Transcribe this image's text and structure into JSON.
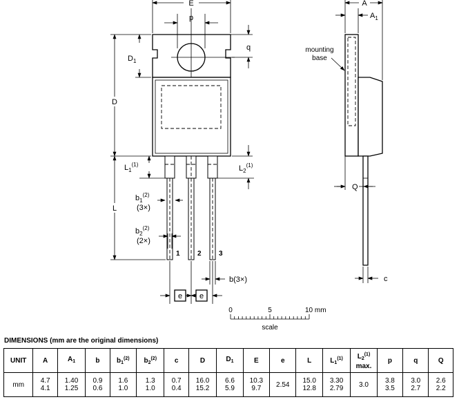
{
  "labels": {
    "E": "E",
    "p": "p",
    "q": "q",
    "D": "D",
    "D1": "D",
    "D1_sub": "1",
    "L": "L",
    "L1": "L",
    "L1_sub": "1",
    "L1_sup": "(1)",
    "L2": "L",
    "L2_sub": "2",
    "L2_sup": "(1)",
    "b1": "b",
    "b1_sub": "1",
    "b1_sup": "(2)",
    "b1_count": "(3×)",
    "b2": "b",
    "b2_sub": "2",
    "b2_sup": "(2)",
    "b2_count": "(2×)",
    "pin1": "1",
    "pin2": "2",
    "pin3": "3",
    "b": "b(3×)",
    "e1": "e",
    "e2": "e",
    "A": "A",
    "A1": "A",
    "A1_sub": "1",
    "mounting_1": "mounting",
    "mounting_2": "base",
    "Q": "Q",
    "c": "c"
  },
  "scale_bar": {
    "t0": "0",
    "t5": "5",
    "t10": "10 mm",
    "caption": "scale"
  },
  "dimensions": {
    "heading": "DIMENSIONS (mm are the original dimensions)",
    "headers": [
      {
        "base": "UNIT",
        "sub": "",
        "sup": "",
        "extra": ""
      },
      {
        "base": "A",
        "sub": "",
        "sup": "",
        "extra": ""
      },
      {
        "base": "A",
        "sub": "1",
        "sup": "",
        "extra": ""
      },
      {
        "base": "b",
        "sub": "",
        "sup": "",
        "extra": ""
      },
      {
        "base": "b",
        "sub": "1",
        "sup": "(2)",
        "extra": ""
      },
      {
        "base": "b",
        "sub": "2",
        "sup": "(2)",
        "extra": ""
      },
      {
        "base": "c",
        "sub": "",
        "sup": "",
        "extra": ""
      },
      {
        "base": "D",
        "sub": "",
        "sup": "",
        "extra": ""
      },
      {
        "base": "D",
        "sub": "1",
        "sup": "",
        "extra": ""
      },
      {
        "base": "E",
        "sub": "",
        "sup": "",
        "extra": ""
      },
      {
        "base": "e",
        "sub": "",
        "sup": "",
        "extra": ""
      },
      {
        "base": "L",
        "sub": "",
        "sup": "",
        "extra": ""
      },
      {
        "base": "L",
        "sub": "1",
        "sup": "(1)",
        "extra": ""
      },
      {
        "base": "L",
        "sub": "2",
        "sup": "(1)",
        "extra": "max."
      },
      {
        "base": "p",
        "sub": "",
        "sup": "",
        "extra": ""
      },
      {
        "base": "q",
        "sub": "",
        "sup": "",
        "extra": ""
      },
      {
        "base": "Q",
        "sub": "",
        "sup": "",
        "extra": ""
      }
    ],
    "row": [
      [
        "mm"
      ],
      [
        "4.7",
        "4.1"
      ],
      [
        "1.40",
        "1.25"
      ],
      [
        "0.9",
        "0.6"
      ],
      [
        "1.6",
        "1.0"
      ],
      [
        "1.3",
        "1.0"
      ],
      [
        "0.7",
        "0.4"
      ],
      [
        "16.0",
        "15.2"
      ],
      [
        "6.6",
        "5.9"
      ],
      [
        "10.3",
        "9.7"
      ],
      [
        "2.54"
      ],
      [
        "15.0",
        "12.8"
      ],
      [
        "3.30",
        "2.79"
      ],
      [
        "3.0"
      ],
      [
        "3.8",
        "3.5"
      ],
      [
        "3.0",
        "2.7"
      ],
      [
        "2.6",
        "2.2"
      ]
    ]
  }
}
